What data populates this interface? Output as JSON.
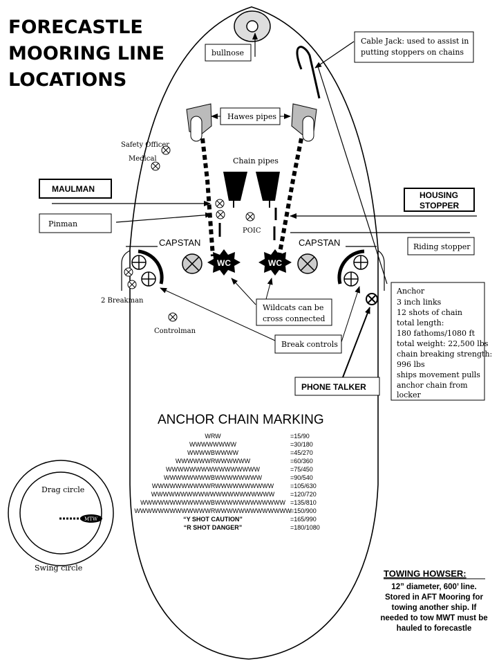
{
  "title_lines": [
    "FORECASTLE",
    "MOORING LINE",
    "LOCATIONS"
  ],
  "labels": {
    "bullnose": "bullnose",
    "cable_jack": [
      "Cable Jack:  used to assist in",
      "putting stoppers on chains"
    ],
    "hawes_pipes": "Hawes pipes",
    "safety_officer": "Safety Officer",
    "medical": "Medical",
    "chain_pipes": "Chain pipes",
    "maulman": "MAULMAN",
    "housing_stopper": [
      "HOUSING",
      "STOPPER"
    ],
    "pinman": "Pinman",
    "poic": "POIC",
    "riding_stopper": "Riding stopper",
    "capstan_left": "CAPSTAN",
    "capstan_right": "CAPSTAN",
    "wildcat": "WC",
    "breakman": "2 Breakman",
    "wildcats_note": [
      "Wildcats can be",
      "cross connected"
    ],
    "controlman": "Controlman",
    "break_controls": "Break controls",
    "phone_talker": "PHONE TALKER",
    "anchor_info": [
      "Anchor",
      "3 inch links",
      "12 shots of chain",
      "total length:",
      "180 fathoms/1080 ft",
      "total weight: 22,500 lbs",
      "chain breaking strength:",
      "996 lbs",
      "ships movement pulls",
      "anchor chain from",
      "locker"
    ],
    "drag_circle": "Drag circle",
    "swing_circle": "Swing circle",
    "mtw": "MTW"
  },
  "chain_marking": {
    "heading": "ANCHOR CHAIN MARKING",
    "rows": [
      {
        "pattern": "WRW",
        "value": "=15/90"
      },
      {
        "pattern": "WWWWWWWW",
        "value": "=30/180"
      },
      {
        "pattern": "WWWWBWWWW",
        "value": "=45/270"
      },
      {
        "pattern": "WWWWWWRWWWWWW",
        "value": "=60/360"
      },
      {
        "pattern": "WWWWWWWWWWWWWWWW",
        "value": "=75/450"
      },
      {
        "pattern": "WWWWWWWWBWWWWWWWW",
        "value": "=90/540"
      },
      {
        "pattern": "WWWWWWWWWWRWWWWWWWWWW",
        "value": "=105/630"
      },
      {
        "pattern": "WWWWWWWWWWWWWWWWWWWWW",
        "value": "=120/720"
      },
      {
        "pattern": "WWWWWWWWWWWWBWWWWWWWWWWWW",
        "value": "=135/810"
      },
      {
        "pattern": "WWWWWWWWWWWWWRWWWWWWWWWWWWW",
        "value": "=150/900"
      },
      {
        "pattern": "“Y SHOT CAUTION”",
        "value": "=165/990"
      },
      {
        "pattern": "“R SHOT DANGER”",
        "value": "=180/1080"
      }
    ]
  },
  "towing": {
    "heading": "TOWING HOWSER:",
    "lines": [
      "12” diameter, 600’ line.",
      "Stored in AFT Mooring for",
      "towing another ship.  If",
      "needed to tow MWT must be",
      "hauled to forecastle"
    ]
  }
}
